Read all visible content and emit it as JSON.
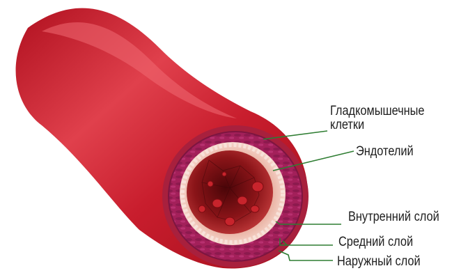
{
  "labels": {
    "smooth_muscle_line1": "Гладкомышечные",
    "smooth_muscle_line2": "клетки",
    "endothelium": "Эндотелий",
    "inner_layer": "Внутренний слой",
    "middle_layer": "Средний слой",
    "outer_layer": "Наружный слой"
  },
  "colors": {
    "vessel_outer": "#c4172c",
    "vessel_highlight": "#e14a55",
    "wall_muscle": "#a6245e",
    "inner_ring": "#f0c3b8",
    "lumen": "#7a0f12",
    "label_line": "#2e7d32"
  }
}
